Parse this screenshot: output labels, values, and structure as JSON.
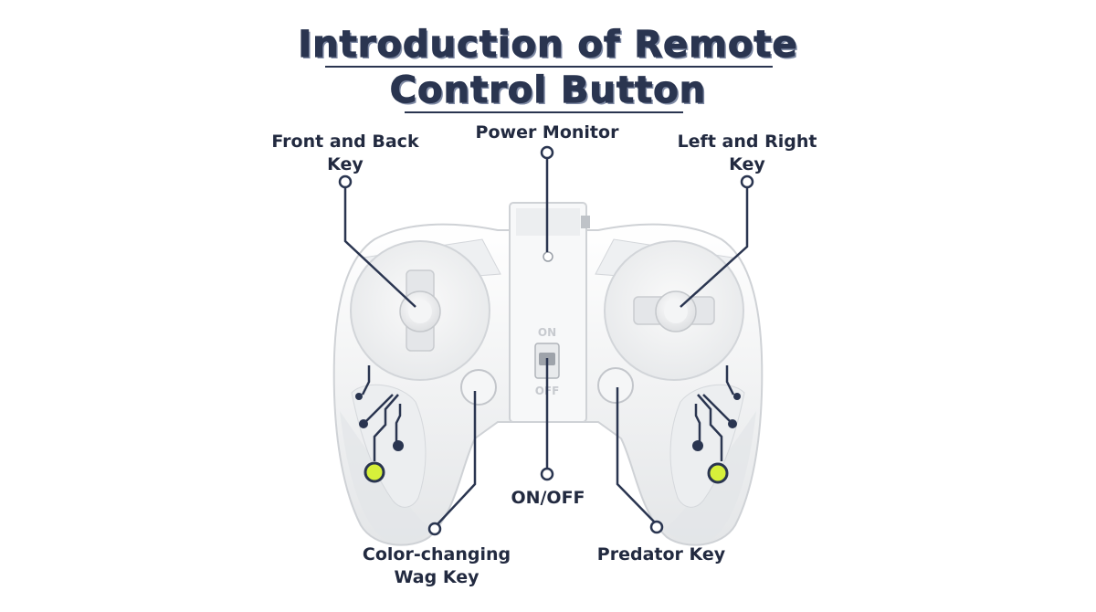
{
  "title": {
    "line1": "Introduction of Remote",
    "line2": "Control Button"
  },
  "labels": {
    "front_back": [
      "Front and Back",
      "Key"
    ],
    "power_monitor": [
      "Power Monitor"
    ],
    "left_right": [
      "Left and Right",
      "Key"
    ],
    "on_off": [
      "ON/OFF"
    ],
    "color_wag": [
      "Color-changing",
      "Wag Key"
    ],
    "predator": [
      "Predator Key"
    ]
  },
  "switch_text": {
    "on": "ON",
    "off": "OFF"
  },
  "colors": {
    "title": "#2a3550",
    "title_shadow": "#7f8aa4",
    "leader_line": "#2a3550",
    "label_text": "#222a40",
    "controller_body": "#f2f3f4",
    "indicator_light": "#d7f03a"
  }
}
